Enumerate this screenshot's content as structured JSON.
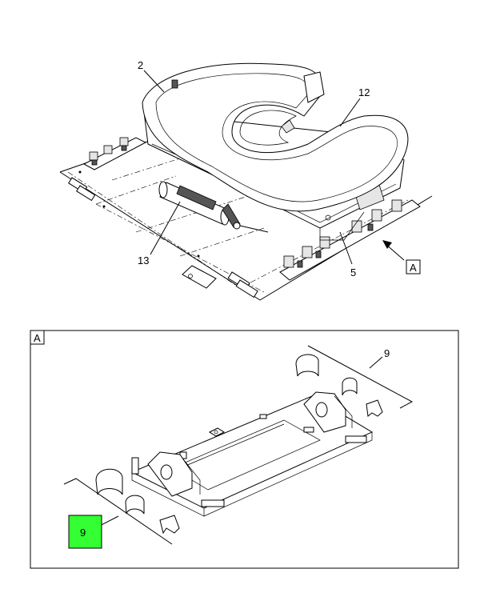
{
  "callouts": {
    "c2": "2",
    "c12": "12",
    "c13": "13",
    "c5": "5",
    "view_ref": "A",
    "detail_label": "A",
    "c9_top": "9",
    "c9_highlight": "9"
  },
  "footer": {
    "left": "",
    "right": ""
  },
  "colors": {
    "highlight": "#33ff33",
    "line": "#000000"
  }
}
